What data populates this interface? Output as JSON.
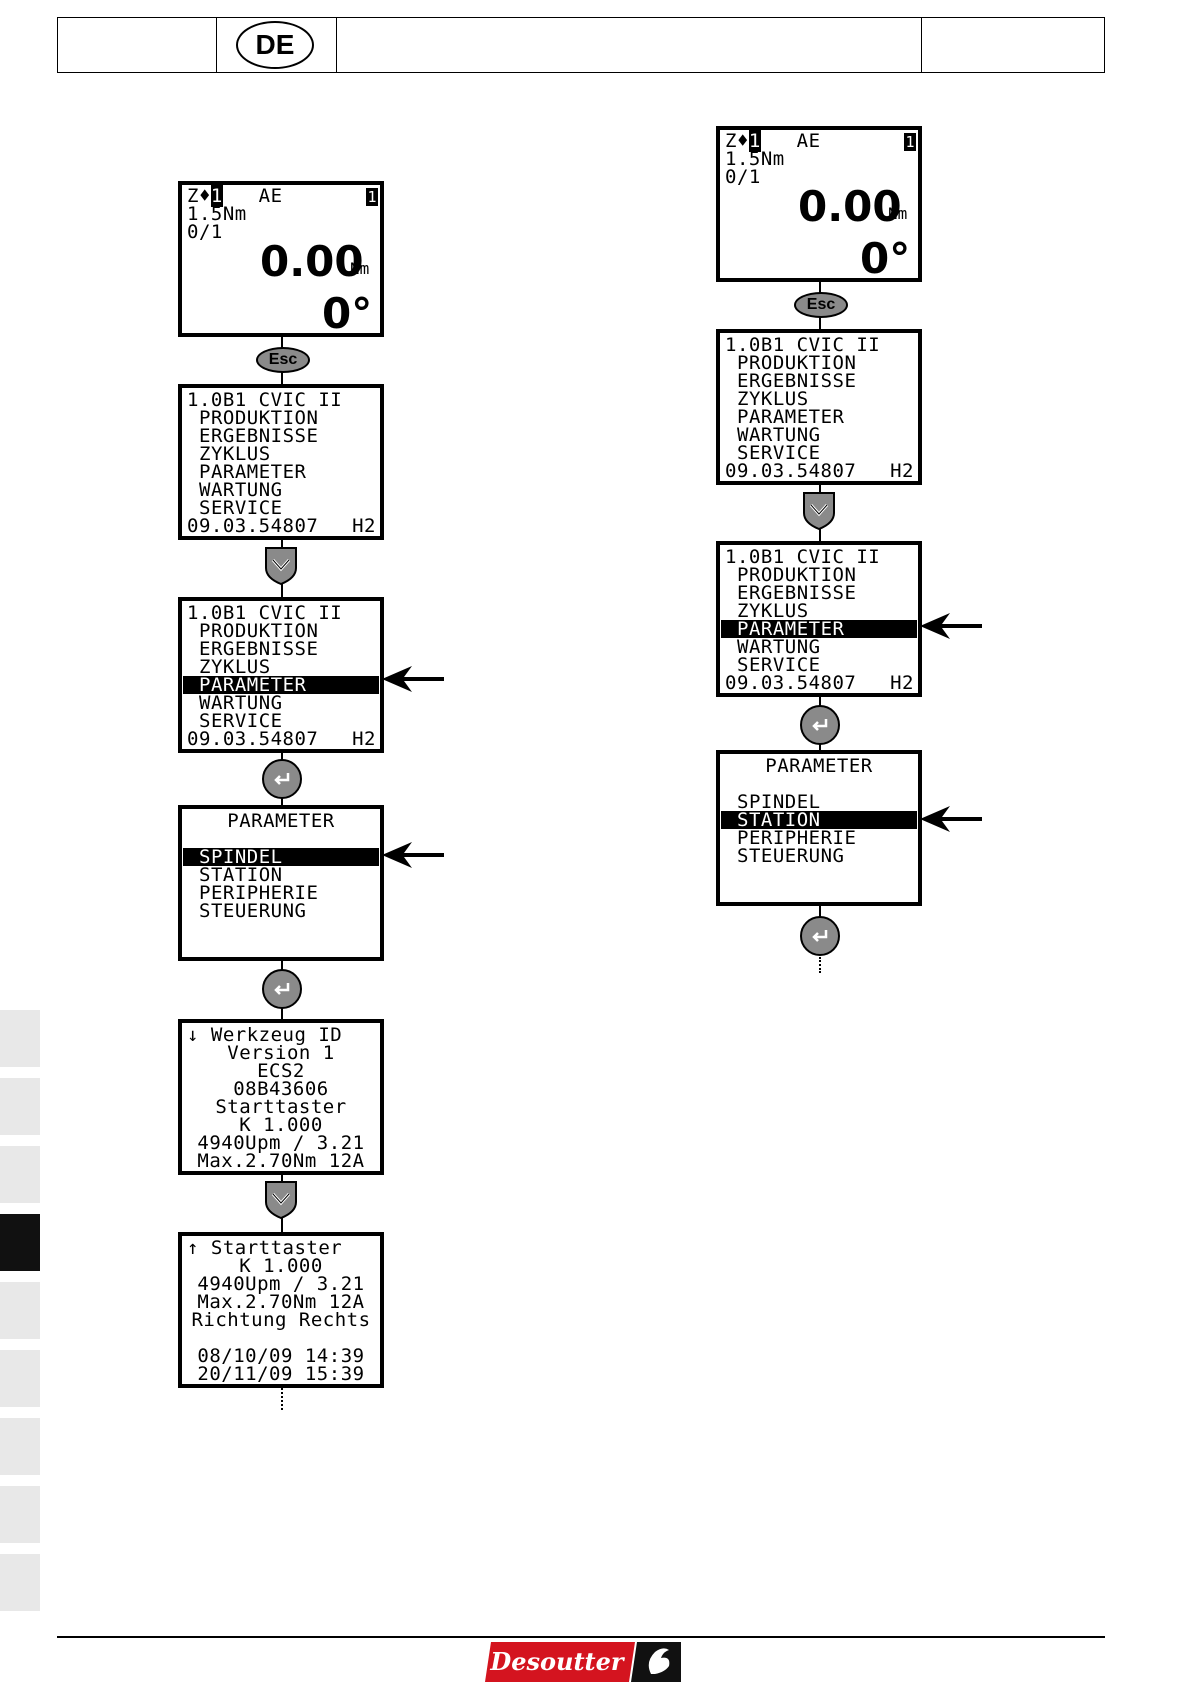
{
  "header": {
    "language_code": "DE"
  },
  "screens": {
    "status": {
      "line1_left": "Z♦",
      "line1_sel": "1",
      "line1_mid": "AE",
      "line1_right": "1",
      "line2": "1.5Nm",
      "line3": "0/1",
      "torque": "0.00",
      "torque_unit": "Nm",
      "angle": "0°"
    },
    "main_menu": {
      "title": "1.0B1 CVIC II",
      "items": [
        "PRODUKTION",
        "ERGEBNISSE",
        "ZYKLUS",
        "PARAMETER",
        "WARTUNG",
        "SERVICE"
      ],
      "footer_code": "09.03.54807",
      "footer_right": "H2"
    },
    "parameter_menu": {
      "title": "PARAMETER",
      "items": [
        "SPINDEL",
        "STATION",
        "PERIPHERIE",
        "STEUERUNG"
      ]
    },
    "tool_info_1": {
      "lines": [
        "↓ Werkzeug ID",
        "Version 1",
        "ECS2",
        "08B43606",
        "Starttaster",
        "K 1.000",
        "4940Upm / 3.21",
        "Max.2.70Nm 12A"
      ]
    },
    "tool_info_2": {
      "lines": [
        "↑ Starttaster",
        "K 1.000",
        "4940Upm / 3.21",
        "Max.2.70Nm 12A",
        "Richtung Rechts",
        "",
        "08/10/09 14:39",
        "20/11/09 15:39"
      ]
    }
  },
  "buttons": {
    "esc_label": "Esc"
  },
  "footer": {
    "logo_text": "Desoutter"
  },
  "colors": {
    "button_grey": "#8a8a8a",
    "logo_red": "#d4141f",
    "tab_grey": "#e8e8e8",
    "tab_active": "#111111"
  }
}
